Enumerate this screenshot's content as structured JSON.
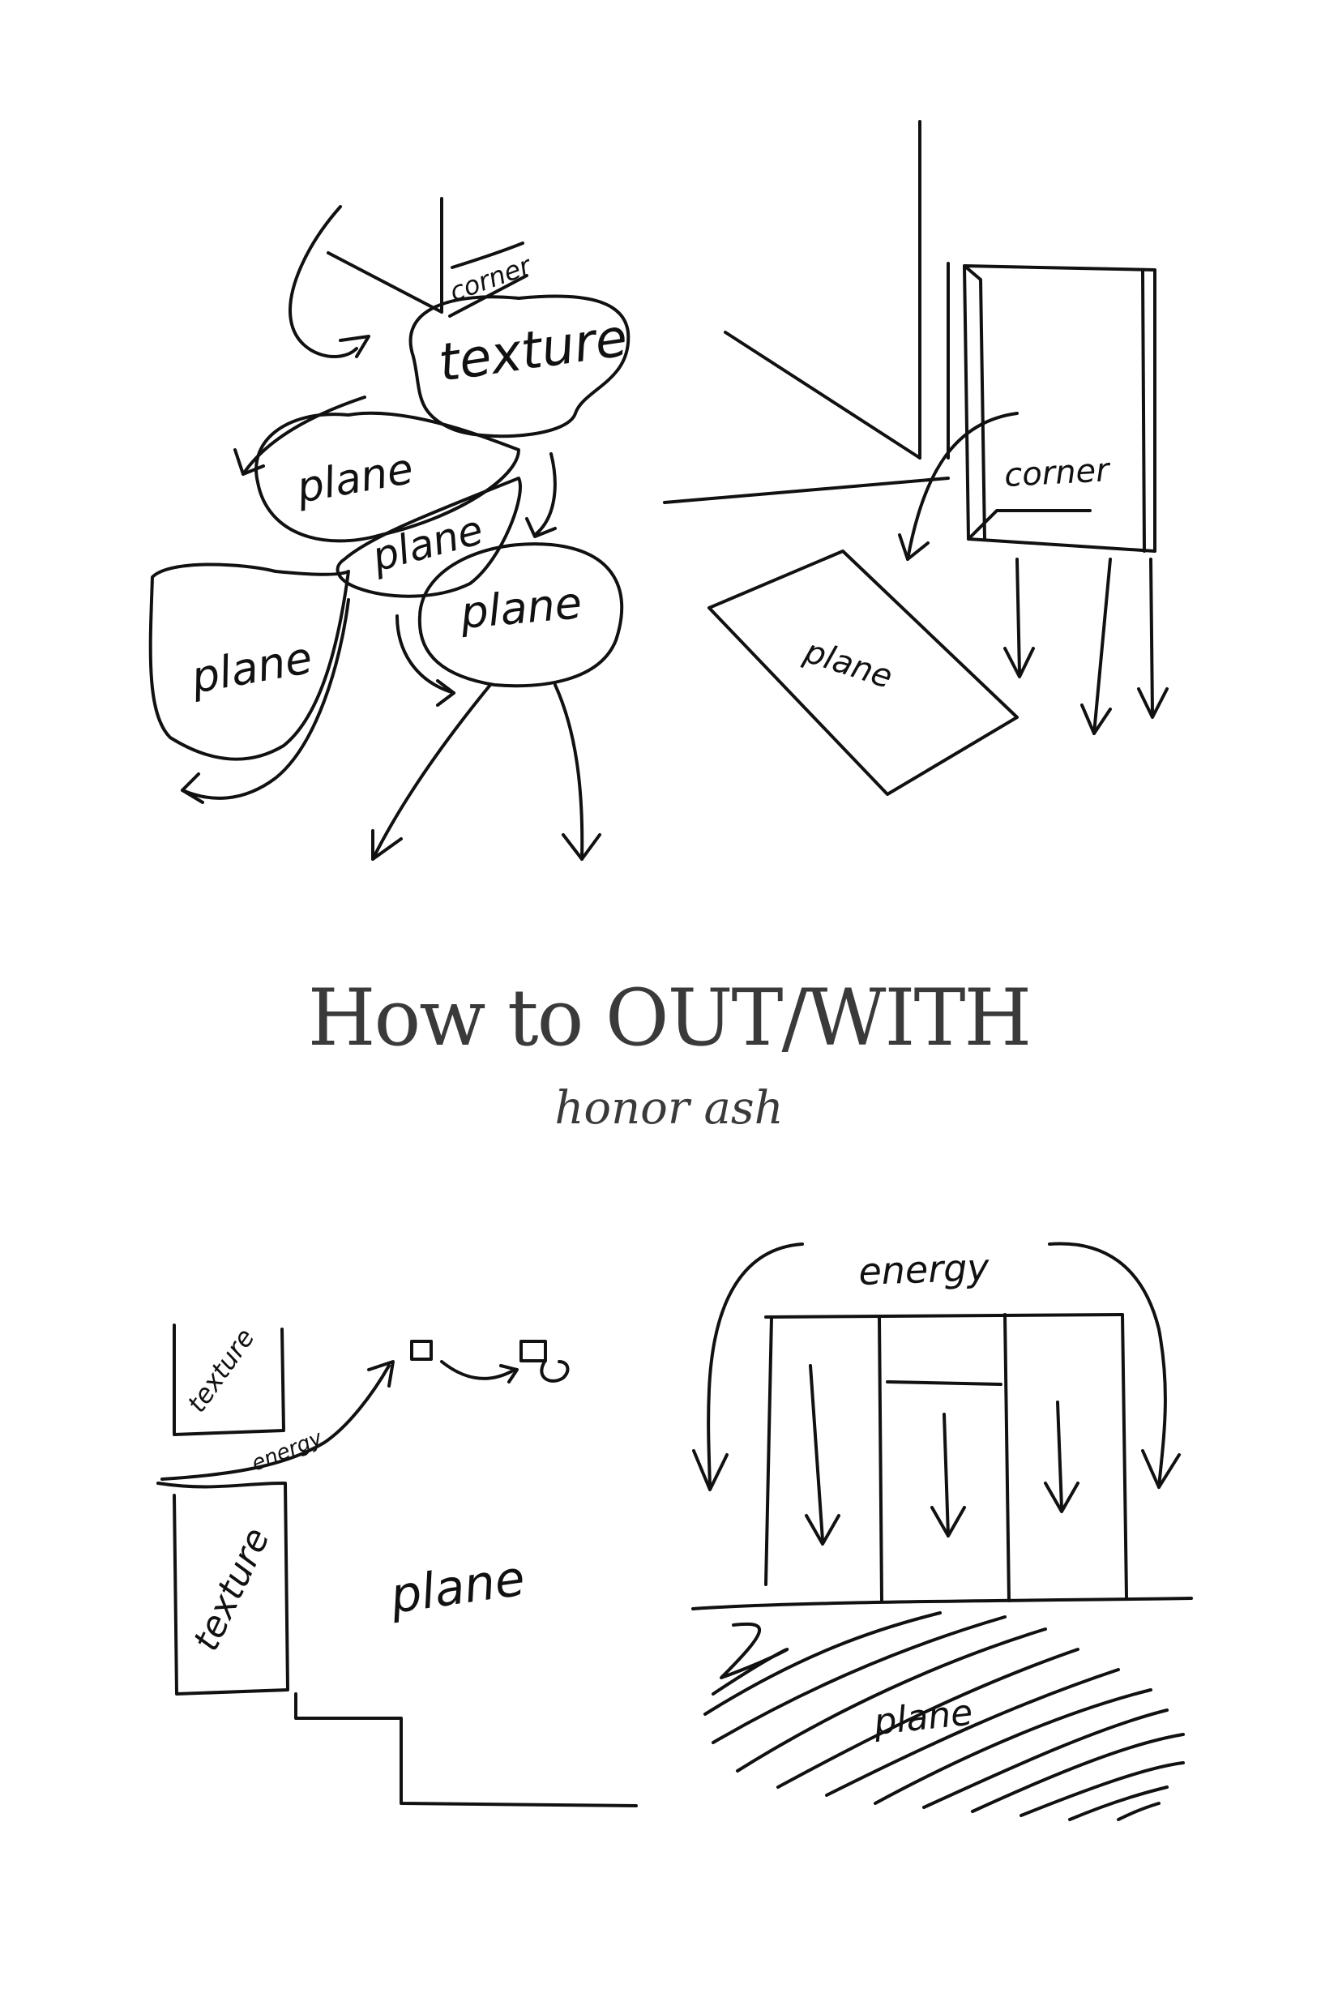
{
  "title": "How to OUT/WITH",
  "author": "honor ash",
  "colors": {
    "ink": "#111111",
    "title_ink": "#3a3a3a",
    "paper": "#ffffff"
  },
  "drawing_top_left": {
    "labels": {
      "corner": "corner",
      "texture": "texture",
      "plane_1": "plane",
      "plane_2": "plane",
      "plane_3": "plane",
      "plane_4": "plane"
    }
  },
  "drawing_top_right": {
    "labels": {
      "corner": "corner",
      "plane": "plane"
    }
  },
  "drawing_bottom_left": {
    "labels": {
      "texture_1": "texture",
      "texture_2": "texture",
      "energy": "energy",
      "plane": "plane"
    }
  },
  "drawing_bottom_right": {
    "labels": {
      "energy": "energy",
      "plane": "plane"
    }
  }
}
